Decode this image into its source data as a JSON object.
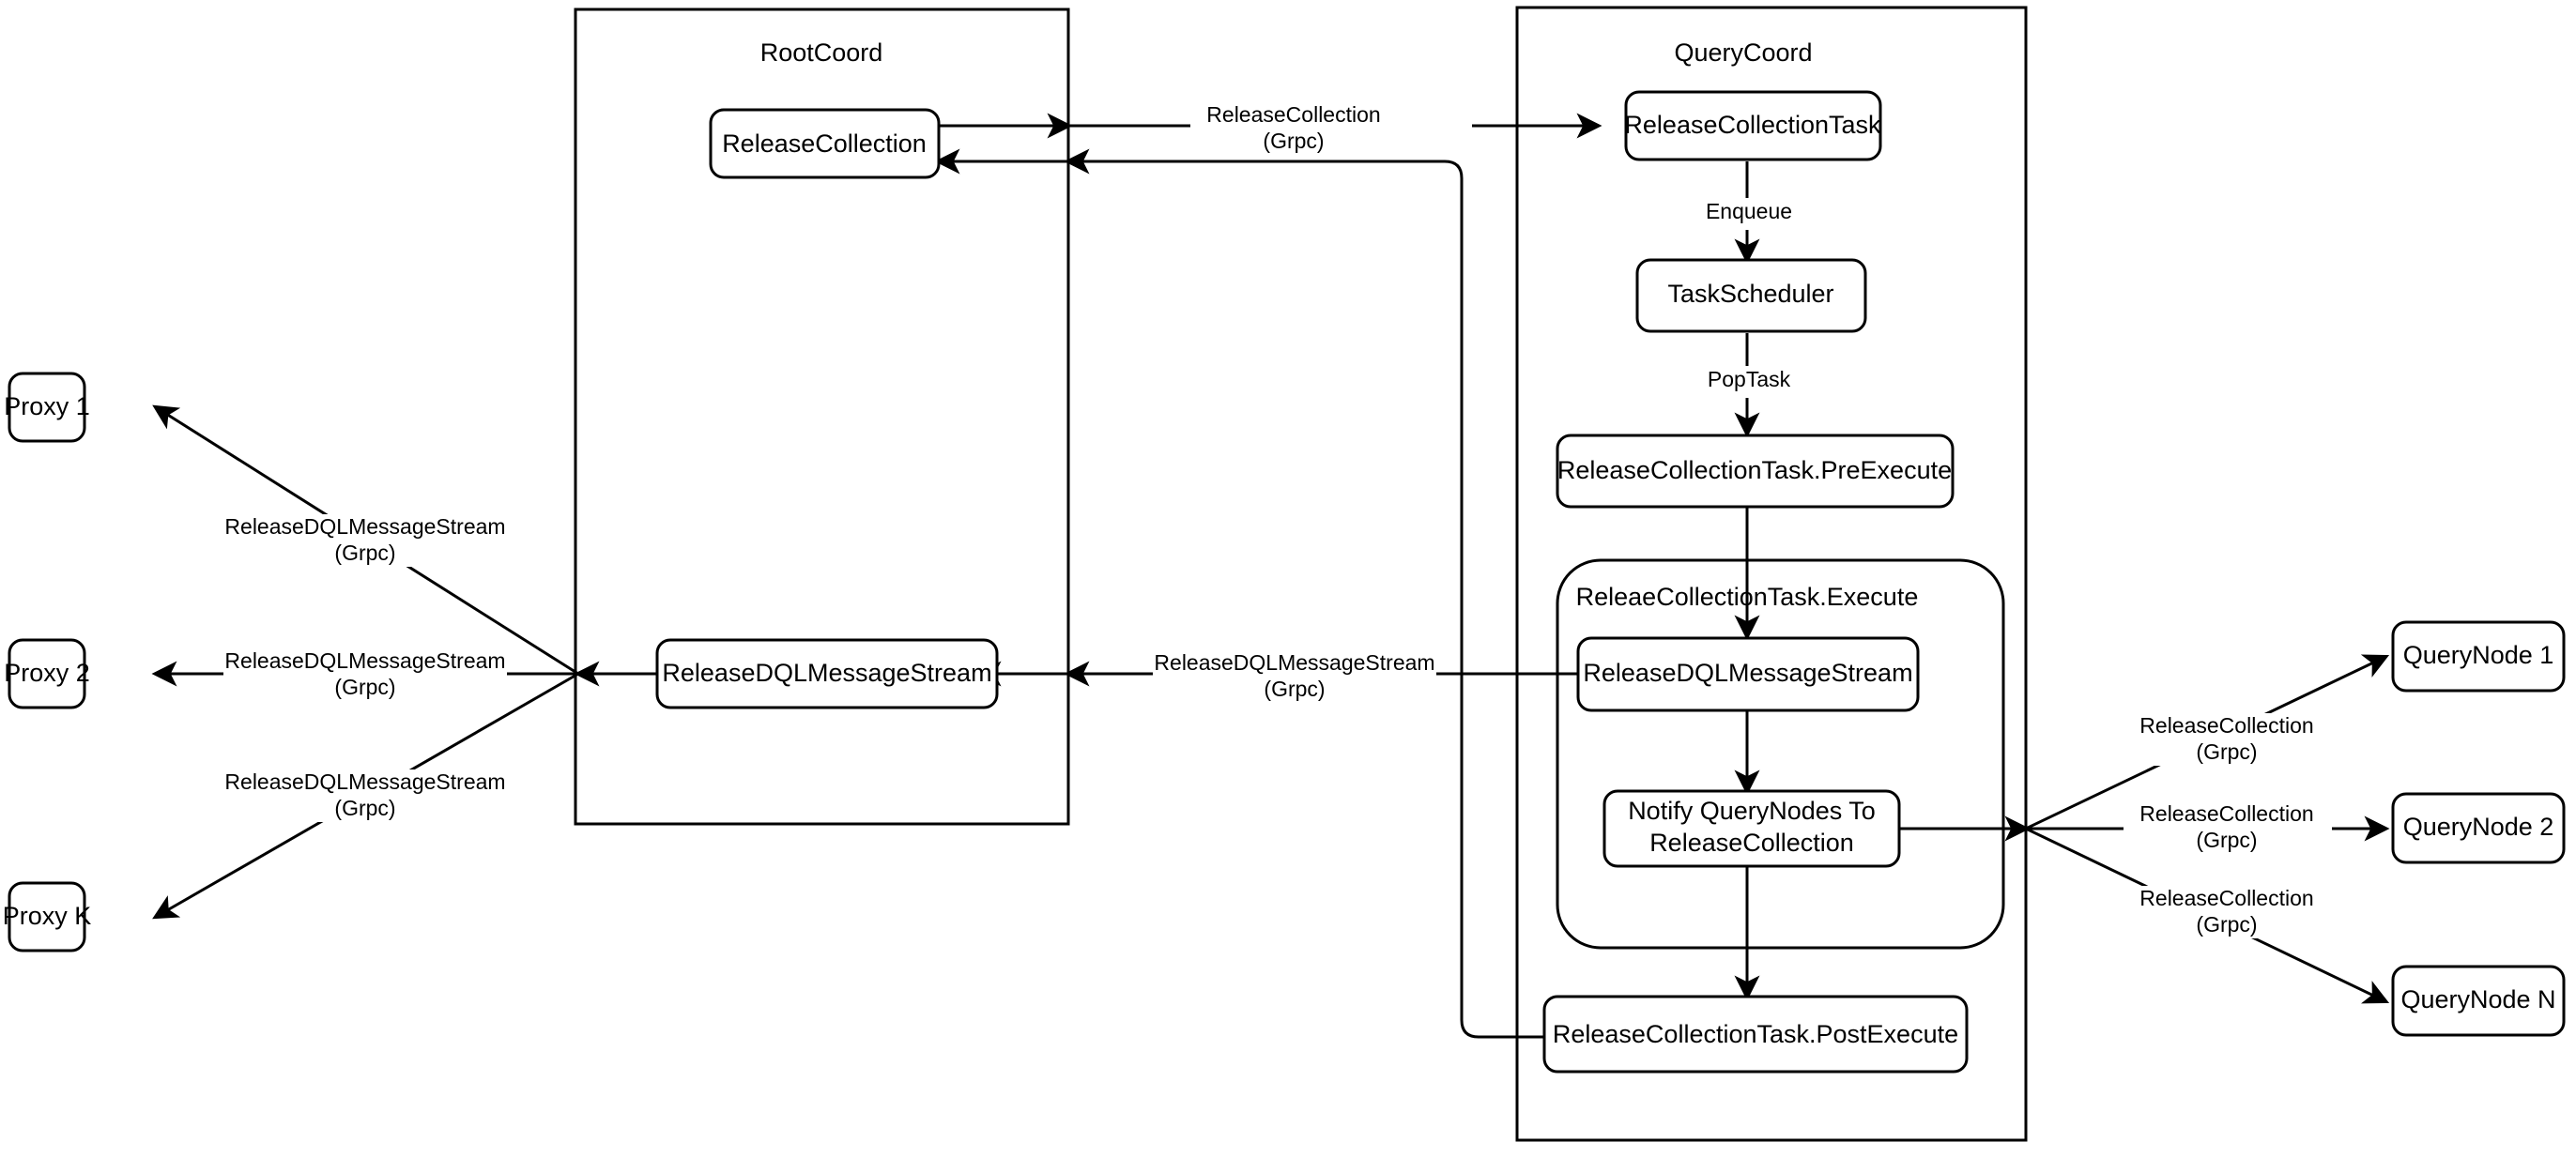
{
  "diagram": {
    "title": "Milvus ReleaseCollection flow",
    "background_color": "#ffffff",
    "stroke_color": "#000000",
    "groups": [
      {
        "id": "rootcoord",
        "label": "RootCoord"
      },
      {
        "id": "querycoord",
        "label": "QueryCoord"
      },
      {
        "id": "execute",
        "label": "ReleaeCollectionTask.Execute"
      }
    ],
    "nodes": [
      {
        "id": "proxy1",
        "label": "Proxy 1"
      },
      {
        "id": "proxy2",
        "label": "Proxy 2"
      },
      {
        "id": "proxyk",
        "label": "Proxy K"
      },
      {
        "id": "rc-release-collection",
        "label": "ReleaseCollection"
      },
      {
        "id": "rc-release-dql",
        "label": "ReleaseDQLMessageStream"
      },
      {
        "id": "qc-release-collection-task",
        "label": "ReleaseCollectionTask"
      },
      {
        "id": "qc-task-scheduler",
        "label": "TaskScheduler"
      },
      {
        "id": "qc-pre-execute",
        "label": "ReleaseCollectionTask.PreExecute"
      },
      {
        "id": "qc-release-dql",
        "label": "ReleaseDQLMessageStream"
      },
      {
        "id": "qc-notify-line1",
        "label": "Notify QueryNodes To"
      },
      {
        "id": "qc-notify-line2",
        "label": "ReleaseCollection"
      },
      {
        "id": "qc-post-execute",
        "label": "ReleaseCollectionTask.PostExecute"
      },
      {
        "id": "querynode1",
        "label": "QueryNode 1"
      },
      {
        "id": "querynode2",
        "label": "QueryNode 2"
      },
      {
        "id": "querynodeN",
        "label": "QueryNode N"
      }
    ],
    "edge_labels": {
      "release_collection_grpc_line1": "ReleaseCollection",
      "release_collection_grpc_line2": "(Grpc)",
      "release_dql_grpc_line1": "ReleaseDQLMessageStream",
      "release_dql_grpc_line2": "(Grpc)",
      "enqueue": "Enqueue",
      "pop_task": "PopTask"
    },
    "edges": [
      {
        "id": "rc-to-qc",
        "from": "rc-release-collection",
        "to": "qc-release-collection-task",
        "label": "ReleaseCollection (Grpc)"
      },
      {
        "id": "qc-post-to-rc",
        "from": "qc-post-execute",
        "to": "rc-release-collection",
        "label": ""
      },
      {
        "id": "task-to-scheduler",
        "from": "qc-release-collection-task",
        "to": "qc-task-scheduler",
        "label": "Enqueue"
      },
      {
        "id": "scheduler-to-pre",
        "from": "qc-task-scheduler",
        "to": "qc-pre-execute",
        "label": "PopTask"
      },
      {
        "id": "pre-to-execute",
        "from": "qc-pre-execute",
        "to": "qc-release-dql",
        "label": ""
      },
      {
        "id": "dql-to-notify",
        "from": "qc-release-dql",
        "to": "qc-notify-line1",
        "label": ""
      },
      {
        "id": "notify-to-post",
        "from": "qc-notify-line1",
        "to": "qc-post-execute",
        "label": ""
      },
      {
        "id": "qcdql-to-rcdql",
        "from": "qc-release-dql",
        "to": "rc-release-dql",
        "label": "ReleaseDQLMessageStream (Grpc)"
      },
      {
        "id": "rcdql-to-proxy1",
        "from": "rc-release-dql",
        "to": "proxy1",
        "label": "ReleaseDQLMessageStream (Grpc)"
      },
      {
        "id": "rcdql-to-proxy2",
        "from": "rc-release-dql",
        "to": "proxy2",
        "label": "ReleaseDQLMessageStream (Grpc)"
      },
      {
        "id": "rcdql-to-proxyk",
        "from": "rc-release-dql",
        "to": "proxyk",
        "label": "ReleaseDQLMessageStream (Grpc)"
      },
      {
        "id": "notify-to-qn1",
        "from": "qc-notify-line1",
        "to": "querynode1",
        "label": "ReleaseCollection (Grpc)"
      },
      {
        "id": "notify-to-qn2",
        "from": "qc-notify-line1",
        "to": "querynode2",
        "label": "ReleaseCollection (Grpc)"
      },
      {
        "id": "notify-to-qnN",
        "from": "qc-notify-line1",
        "to": "querynodeN",
        "label": "ReleaseCollection (Grpc)"
      }
    ]
  }
}
